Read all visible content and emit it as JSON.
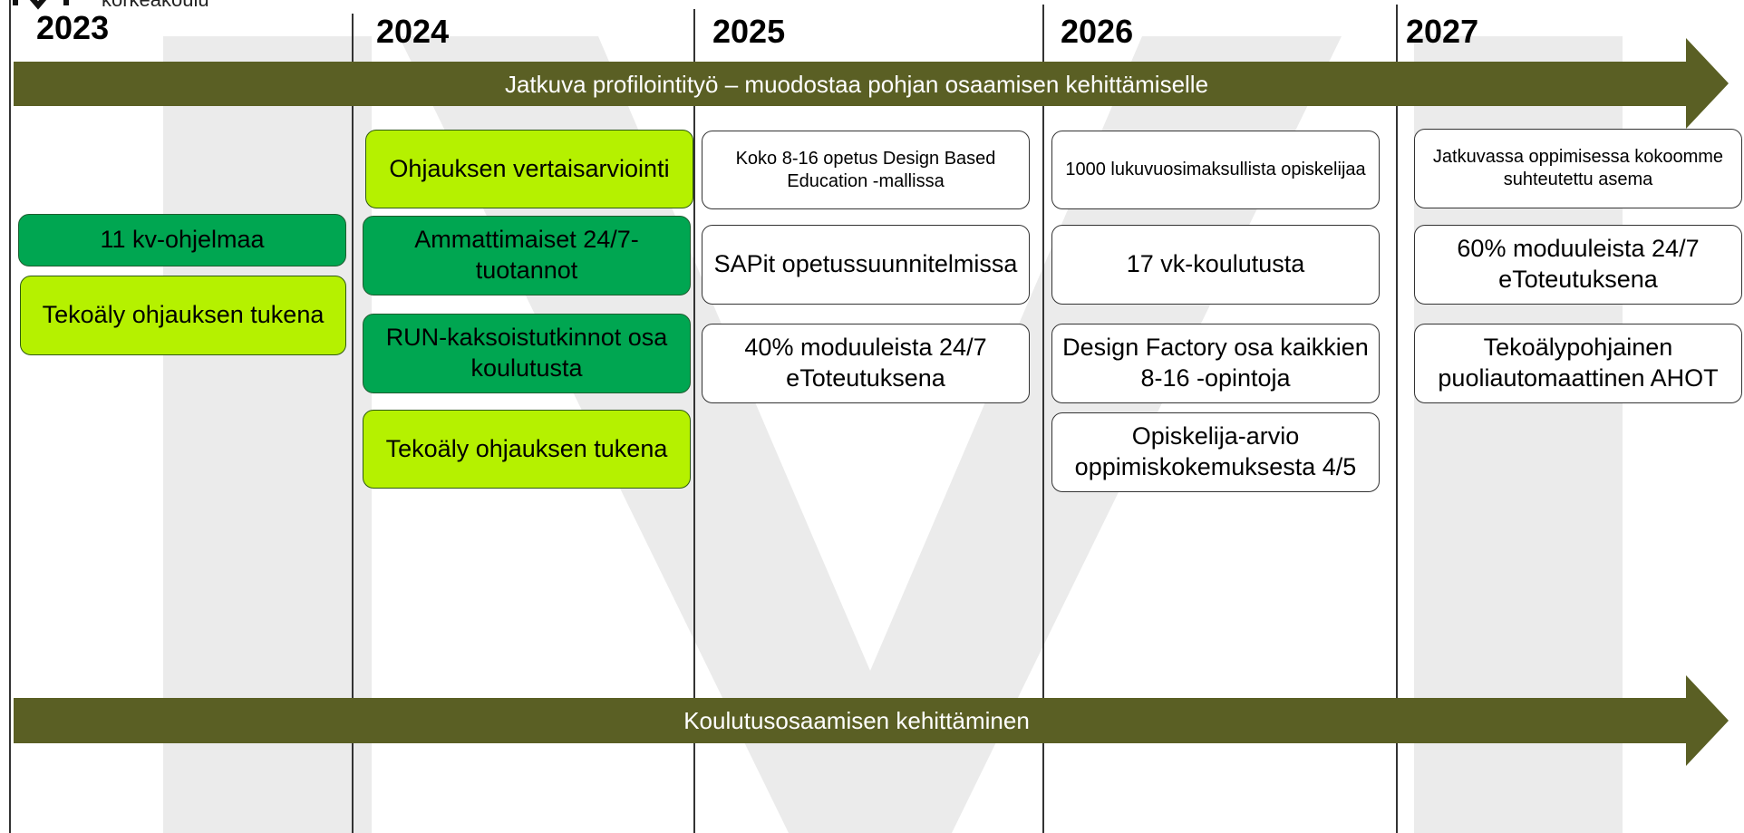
{
  "logo": {
    "text": "korkeakoulu"
  },
  "years": [
    "2023",
    "2024",
    "2025",
    "2026",
    "2027"
  ],
  "top_arrow": {
    "label": "Jatkuva profilointityö – muodostaa pohjan osaamisen kehittämiselle"
  },
  "bottom_arrow": {
    "label": "Koulutusosaamisen kehittäminen"
  },
  "colors": {
    "arrow": "#5a5f24",
    "dark_green": "#00a651",
    "lime": "#b5f100",
    "watermark": "#ebebeb"
  },
  "col2023": [
    "11 kv-ohjelmaa",
    "Tekoäly ohjauksen tukena"
  ],
  "col2024": [
    "Ohjauksen vertaisarviointi",
    "Ammattimaiset 24/7-tuotannot",
    "RUN-kaksoistutkinnot osa koulutusta",
    "Tekoäly ohjauksen tukena"
  ],
  "col2025": [
    "Koko 8-16 opetus Design Based Education -mallissa",
    "SAPit opetussuunnitelmissa",
    "40% moduuleista 24/7 eToteutuksena"
  ],
  "col2026": [
    "1000 lukuvuosimaksullista opiskelijaa",
    "17 vk-koulutusta",
    "Design Factory osa kaikkien 8-16 -opintoja",
    "Opiskelija-arvio oppimiskokemuksesta 4/5"
  ],
  "col2027": [
    "Jatkuvassa oppimisessa kokoomme suhteutettu asema",
    "60% moduuleista 24/7 eToteutuksena",
    "Tekoälypohjainen puoliautomaattinen AHOT"
  ]
}
